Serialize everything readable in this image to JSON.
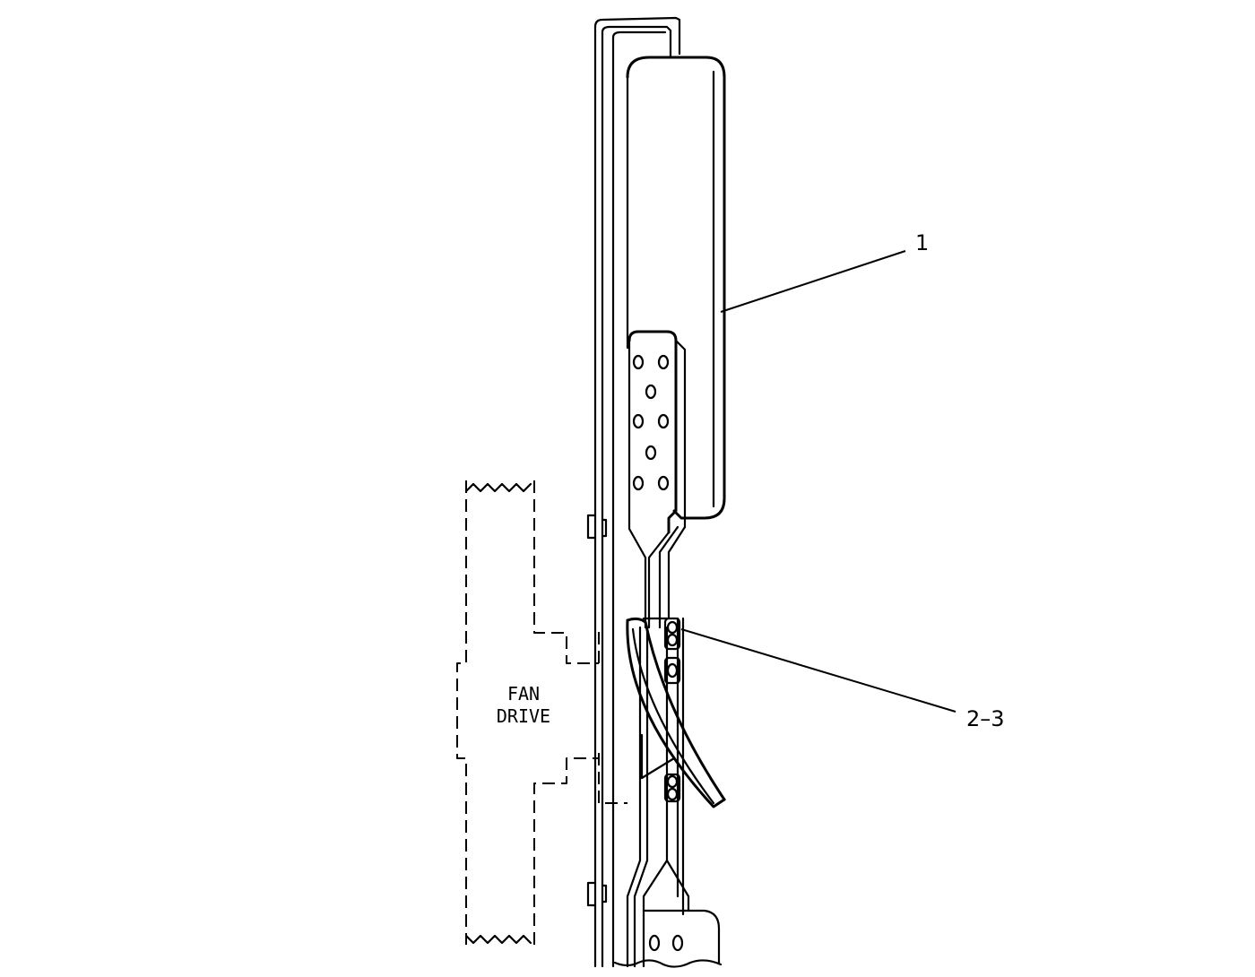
{
  "callouts": [
    {
      "label": "1"
    },
    {
      "label": "2–3"
    }
  ],
  "fan_drive": {
    "line1": "FAN",
    "line2": "DRIVE"
  },
  "colors": {
    "ink": "#000000",
    "paper": "#ffffff"
  }
}
